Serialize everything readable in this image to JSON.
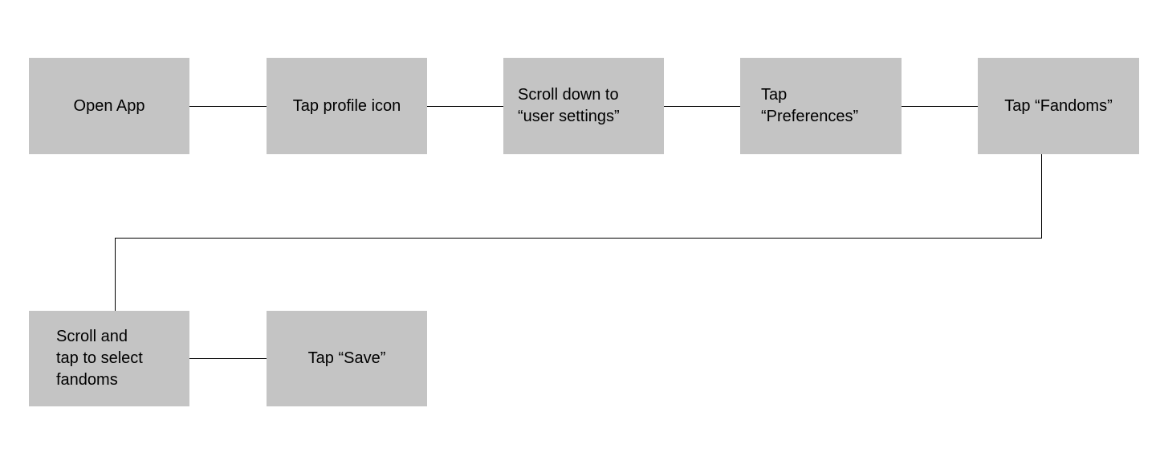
{
  "diagram": {
    "type": "flowchart",
    "nodes": [
      {
        "id": "open-app",
        "label": "Open App"
      },
      {
        "id": "tap-profile-icon",
        "label": "Tap profile icon"
      },
      {
        "id": "scroll-user-settings",
        "label": "Scroll down to\n“user settings”"
      },
      {
        "id": "tap-preferences",
        "label": "Tap\n“Preferences”"
      },
      {
        "id": "tap-fandoms",
        "label": "Tap “Fandoms”"
      },
      {
        "id": "scroll-select-fandoms",
        "label": "Scroll and\ntap to select\nfandoms"
      },
      {
        "id": "tap-save",
        "label": "Tap “Save”"
      }
    ],
    "connections": [
      {
        "from": "open-app",
        "to": "tap-profile-icon"
      },
      {
        "from": "tap-profile-icon",
        "to": "scroll-user-settings"
      },
      {
        "from": "scroll-user-settings",
        "to": "tap-preferences"
      },
      {
        "from": "tap-preferences",
        "to": "tap-fandoms"
      },
      {
        "from": "tap-fandoms",
        "to": "scroll-select-fandoms"
      },
      {
        "from": "scroll-select-fandoms",
        "to": "tap-save"
      }
    ],
    "colors": {
      "node_fill": "#c4c4c4",
      "node_text": "#000000",
      "connector": "#000000",
      "background": "#ffffff"
    }
  }
}
